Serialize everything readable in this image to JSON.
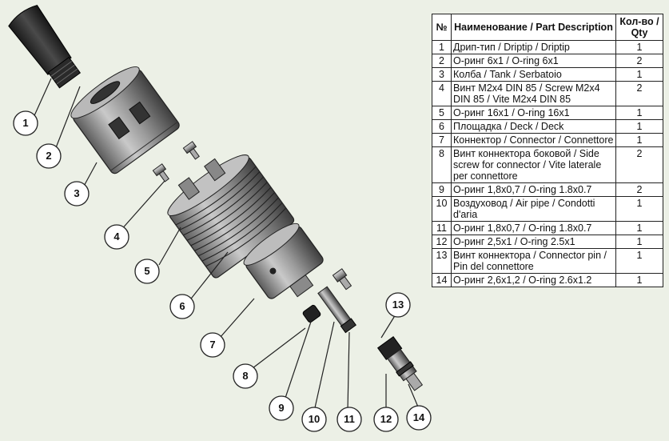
{
  "table": {
    "headers": {
      "num": "№",
      "name": "Наименование / Part Description",
      "qty": "Кол-во / Qty"
    },
    "rows": [
      {
        "num": "1",
        "name": "Дрип-тип / Driptip / Driptip",
        "qty": "1"
      },
      {
        "num": "2",
        "name": "О-ринг 6x1 / O-ring 6x1",
        "qty": "2"
      },
      {
        "num": "3",
        "name": "Колба / Tank / Serbatoio",
        "qty": "1"
      },
      {
        "num": "4",
        "name": "Винт M2x4 DIN 85 / Screw M2x4 DIN 85 / Vite M2x4 DIN 85",
        "qty": "2"
      },
      {
        "num": "5",
        "name": "О-ринг 16x1 / O-ring 16x1",
        "qty": "1"
      },
      {
        "num": "6",
        "name": "Площадка / Deck / Deck",
        "qty": "1"
      },
      {
        "num": "7",
        "name": "Коннектор / Connector / Connettore",
        "qty": "1"
      },
      {
        "num": "8",
        "name": "Винт коннектора боковой / Side screw for connector / Vite laterale per connettore",
        "qty": "2"
      },
      {
        "num": "9",
        "name": "О-ринг 1,8x0,7 / O-ring 1.8x0.7",
        "qty": "2"
      },
      {
        "num": "10",
        "name": "Воздуховод / Air pipe / Condotti d'aria",
        "qty": "1"
      },
      {
        "num": "11",
        "name": "О-ринг 1,8x0,7 / O-ring 1.8x0.7",
        "qty": "1"
      },
      {
        "num": "12",
        "name": "О-ринг 2,5x1 / O-ring 2.5x1",
        "qty": "1"
      },
      {
        "num": "13",
        "name": "Винт коннектора / Connector pin / Pin del connettore",
        "qty": "1"
      },
      {
        "num": "14",
        "name": "О-ринг 2,6x1,2 / O-ring 2.6x1.2",
        "qty": "1"
      }
    ]
  },
  "callouts": [
    "1",
    "2",
    "3",
    "4",
    "5",
    "6",
    "7",
    "8",
    "9",
    "10",
    "11",
    "12",
    "13",
    "14"
  ]
}
